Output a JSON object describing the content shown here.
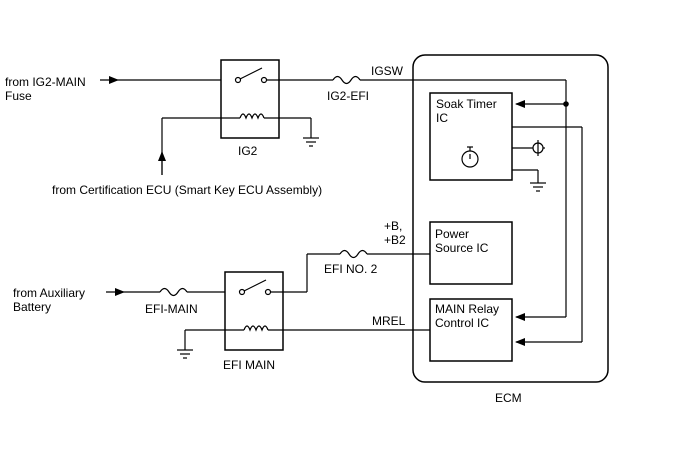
{
  "labels": {
    "ig2_main_source_line1": "from IG2-MAIN",
    "ig2_main_source_line2": "Fuse",
    "igsw": "IGSW",
    "ig2_efi_fuse": "IG2-EFI",
    "ig2_relay": "IG2",
    "certification_ecu": "from Certification ECU (Smart Key ECU Assembly)",
    "soak_timer_line1": "Soak Timer",
    "soak_timer_line2": "IC",
    "power_source_line1": "Power",
    "power_source_line2": "Source IC",
    "b_plus_line1": "+B,",
    "b_plus_line2": "+B2",
    "efi_no2_fuse": "EFI NO. 2",
    "aux_battery_line1": "from Auxiliary",
    "aux_battery_line2": "Battery",
    "efi_main_fuse": "EFI-MAIN",
    "efi_main_relay": "EFI MAIN",
    "mrel": "MREL",
    "main_relay_line1": "MAIN Relay",
    "main_relay_line2": "Control IC",
    "ecm": "ECM"
  },
  "icons": {
    "timer": "stopwatch-icon",
    "ground": "ground-icon",
    "fuse": "fuse-icon",
    "coil": "relay-coil-icon",
    "switch": "relay-switch-icon"
  }
}
